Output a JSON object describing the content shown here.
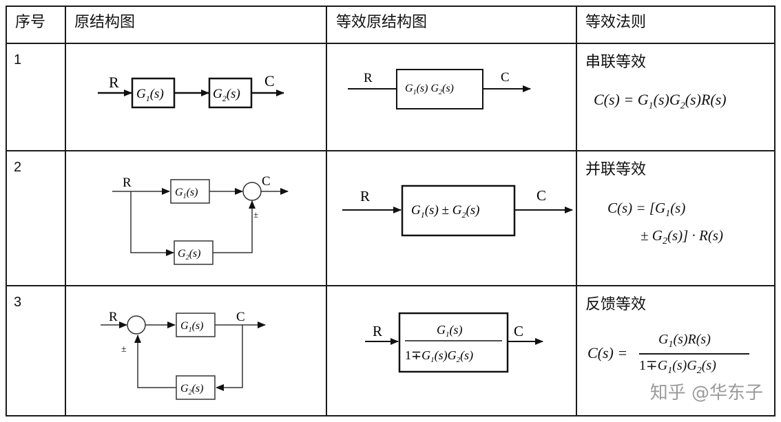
{
  "header": {
    "col1": "序号",
    "col2": "原结构图",
    "col3": "等效原结构图",
    "col4": "等效法则"
  },
  "rows": [
    {
      "num": "1",
      "rule_name": "串联等效",
      "formula": "C(s) = G1(s)G2(s)R(s)"
    },
    {
      "num": "2",
      "rule_name": "并联等效",
      "formula_line1": "C(s) = [G1(s)",
      "formula_line2": "± G2(s)] · R(s)"
    },
    {
      "num": "3",
      "rule_name": "反馈等效",
      "formula_lhs": "C(s) =",
      "formula_num": "G1(s)R(s)",
      "formula_den": "1∓G1(s)G2(s)"
    }
  ],
  "diagram_labels": {
    "input": "R",
    "output": "C",
    "g1": "G1(s)",
    "g2": "G2(s)",
    "g1g2": "G1(s) G2(s)",
    "parallel_block": "G1(s) ± G2(s)",
    "feedback_num": "G1(s)",
    "feedback_den": "1∓G1(s)G2(s)",
    "plus_minus": "±"
  },
  "watermark": "知乎 @华东子"
}
